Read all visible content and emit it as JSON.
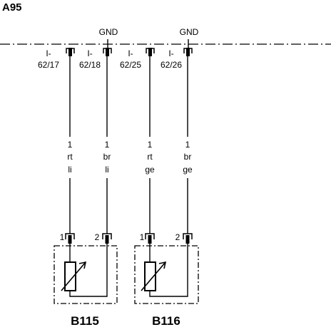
{
  "module": {
    "name": "A95"
  },
  "ground_labels": [
    "GND",
    "GND"
  ],
  "connectors": [
    {
      "prefix": "I-",
      "pin": "62/17"
    },
    {
      "prefix": "I-",
      "pin": "62/18"
    },
    {
      "prefix": "I-",
      "pin": "62/25"
    },
    {
      "prefix": "I-",
      "pin": "62/26"
    }
  ],
  "wires": [
    {
      "size": "1",
      "color1": "rt",
      "color2": "li"
    },
    {
      "size": "1",
      "color1": "br",
      "color2": "li"
    },
    {
      "size": "1",
      "color1": "rt",
      "color2": "ge"
    },
    {
      "size": "1",
      "color1": "br",
      "color2": "ge"
    }
  ],
  "components": [
    {
      "name": "B115",
      "pin_a": "1",
      "pin_b": "2"
    },
    {
      "name": "B116",
      "pin_a": "1",
      "pin_b": "2"
    }
  ]
}
